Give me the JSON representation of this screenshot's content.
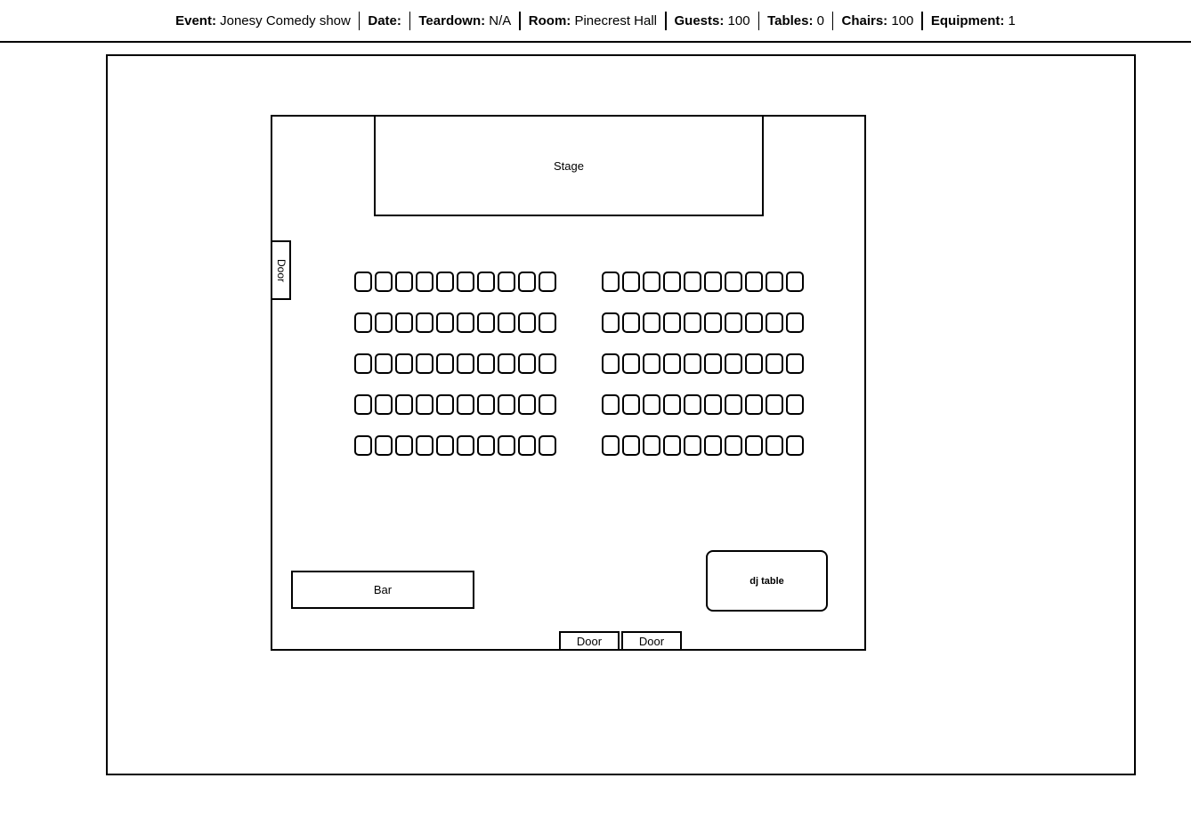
{
  "header": {
    "items": [
      {
        "label": "Event:",
        "value": "Jonesy Comedy show"
      },
      {
        "label": "Date:",
        "value": ""
      },
      {
        "label": "Teardown:",
        "value": "N/A"
      },
      {
        "label": "Room:",
        "value": "Pinecrest Hall"
      },
      {
        "label": "Guests:",
        "value": "100"
      },
      {
        "label": "Tables:",
        "value": "0"
      },
      {
        "label": "Chairs:",
        "value": "100"
      },
      {
        "label": "Equipment:",
        "value": "1"
      }
    ]
  },
  "floorplan": {
    "stage_label": "Stage",
    "bar_label": "Bar",
    "dj_table_label": "dj table",
    "left_door_label": "Door",
    "bottom_doors": [
      "Door",
      "Door"
    ],
    "seating": {
      "chair_count": 100,
      "blocks": [
        {
          "name": "left-seating-block",
          "rows": 5,
          "cols": 10
        },
        {
          "name": "right-seating-block",
          "rows": 5,
          "cols": 10
        }
      ]
    }
  },
  "colors": {
    "line": "#000000",
    "background": "#ffffff"
  }
}
